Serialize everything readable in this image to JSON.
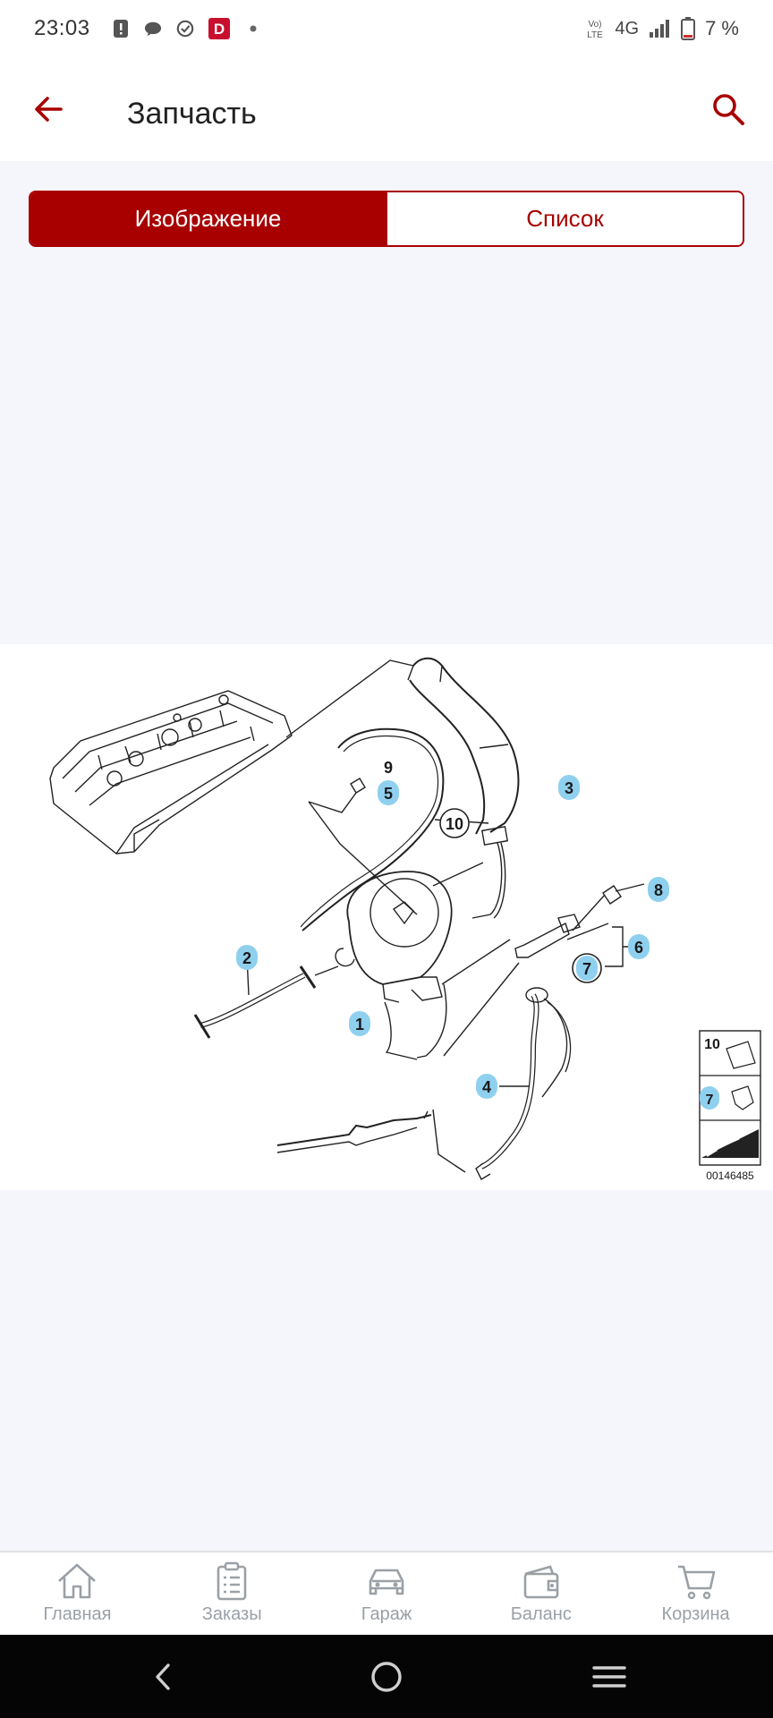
{
  "status_bar": {
    "time": "23:03",
    "notification_badge": "D",
    "network_volte": "VoLTE",
    "network_type": "4G",
    "battery": "7 %"
  },
  "app_bar": {
    "title": "Запчасть"
  },
  "view_toggle": {
    "image_label": "Изображение",
    "list_label": "Список",
    "selected": "image"
  },
  "diagram": {
    "callouts": [
      "1",
      "2",
      "3",
      "4",
      "5",
      "6",
      "7",
      "8"
    ],
    "unhighlighted_labels": [
      "9",
      "10"
    ],
    "legend_labels": [
      "10",
      "7"
    ],
    "image_number": "00146485",
    "highlight_color": "#8fd0ef"
  },
  "bottom_nav": [
    {
      "label": "Главная",
      "icon": "home-icon"
    },
    {
      "label": "Заказы",
      "icon": "orders-clipboard-icon"
    },
    {
      "label": "Гараж",
      "icon": "car-icon"
    },
    {
      "label": "Баланс",
      "icon": "wallet-icon"
    },
    {
      "label": "Корзина",
      "icon": "cart-icon"
    }
  ],
  "colors": {
    "brand": "#a80000",
    "background": "#f5f6fb",
    "nav_inactive": "#9aa0a6"
  }
}
